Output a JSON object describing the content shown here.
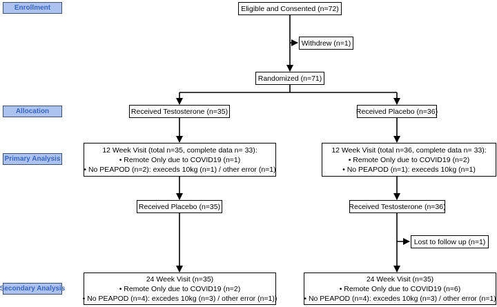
{
  "stages": {
    "enrollment": "Enrollment",
    "allocation": "Allocation",
    "primary": "Primary Analysis",
    "secondary": "Secondary Analysis"
  },
  "enrolled": "Eligible and Consented (n=72)",
  "withdrew": "Withdrew (n=1)",
  "randomized": "Randomized (n=71)",
  "left_arm": {
    "received": "Received Testosterone (n=35)",
    "week12": {
      "title": "12 Week Visit (total n=35, complete data n= 33):",
      "line1": "• Remote Only due to COVID19 (n=1)",
      "line2": "• No PEAPOD (n=2): execeds 10kg (n=1) / other error (n=1)"
    },
    "crossover": "Received Placebo (n=35)",
    "week24": {
      "title": "24 Week Visit (n=35)",
      "line1": "• Remote Only due to COVID19 (n=2)",
      "line2": "• No PEAPOD (n=4): excedes 10kg (n=3) / other error (n=1))"
    }
  },
  "right_arm": {
    "received": "Received Placebo (n=36)",
    "week12": {
      "title": "12 Week Visit (total n=36, complete data n= 33):",
      "line1": "• Remote Only due to COVID19 (n=2)",
      "line2": "• No PEAPOD (n=1): execeds 10kg (n=1)"
    },
    "crossover": "Received Testosterone (n=36)",
    "lost": "Lost to follow up (n=1)",
    "week24": {
      "title": "24 Week Visit (n=35)",
      "line1": "• Remote Only due to COVID19 (n=6)",
      "line2": "• No PEAPOD (n=4): excedes 10kg (n=3) / other error (n=1)"
    }
  }
}
